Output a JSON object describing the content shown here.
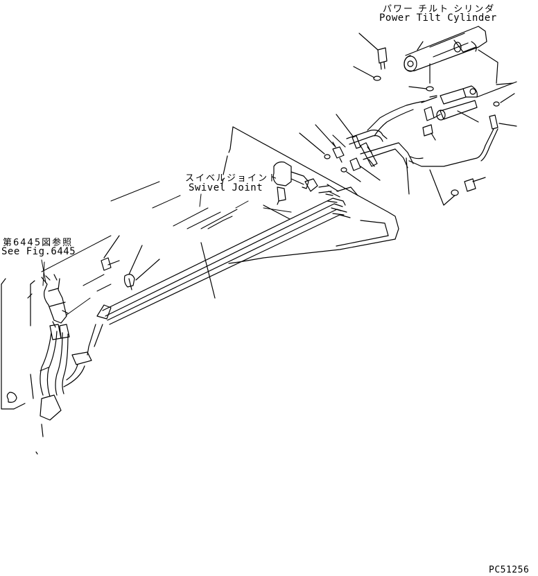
{
  "labels": {
    "power_tilt_jp": "パワー チルト シリンダ",
    "power_tilt_en": "Power Tilt Cylinder",
    "swivel_jp": "スイベルジョイント",
    "swivel_en": "Swivel Joint",
    "fig_ref_jp": "第6445図参照",
    "fig_ref_en": "See Fig.6445",
    "drawing_code": "PC51256"
  },
  "colors": {
    "ink": "#000000",
    "paper": "#ffffff"
  }
}
